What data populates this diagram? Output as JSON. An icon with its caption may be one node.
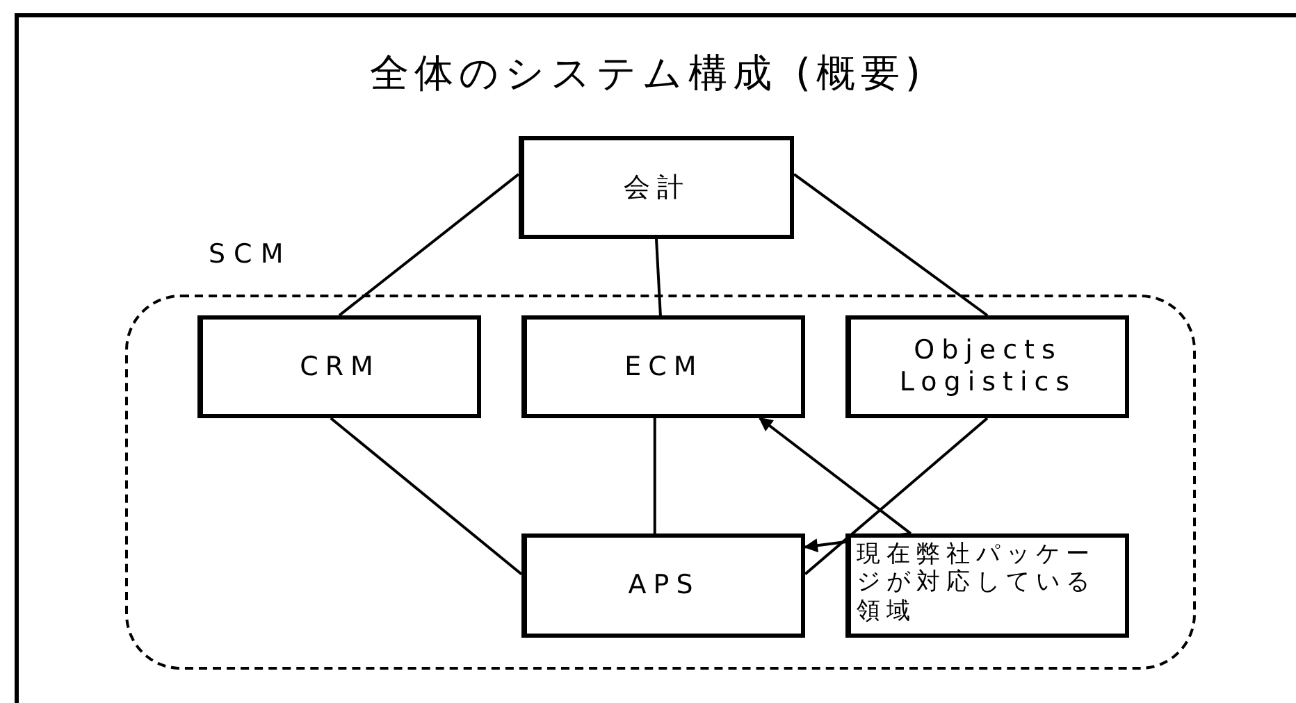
{
  "diagram": {
    "title": "全体のシステム構成 (概要)",
    "nodes": [
      {
        "text": [
          "会計"
        ]
      },
      {
        "text": [
          "SCM"
        ]
      },
      {
        "text": [
          "CRM"
        ],
        "in": 1
      },
      {
        "text": [
          "ECM"
        ],
        "in": 1
      },
      {
        "text": [
          "Objects Logistics"
        ],
        "in": 1
      },
      {
        "text": [
          "APS"
        ],
        "in": 1
      },
      {
        "text": [
          "現在弊社パッケージが対応している領域"
        ],
        "in": 1
      }
    ],
    "edges": [
      {
        "from": 0,
        "to": 2,
        "arrow": "none"
      },
      {
        "from": 0,
        "to": 3,
        "arrow": "none"
      },
      {
        "from": 0,
        "to": 4,
        "arrow": "none"
      },
      {
        "from": 2,
        "to": 5,
        "arrow": "none"
      },
      {
        "from": 3,
        "to": 5,
        "arrow": "none"
      },
      {
        "from": 4,
        "to": 5,
        "arrow": "none"
      },
      {
        "from": 6,
        "to": 3,
        "arrow": "to"
      },
      {
        "from": 6,
        "to": 5,
        "arrow": "to"
      }
    ]
  }
}
